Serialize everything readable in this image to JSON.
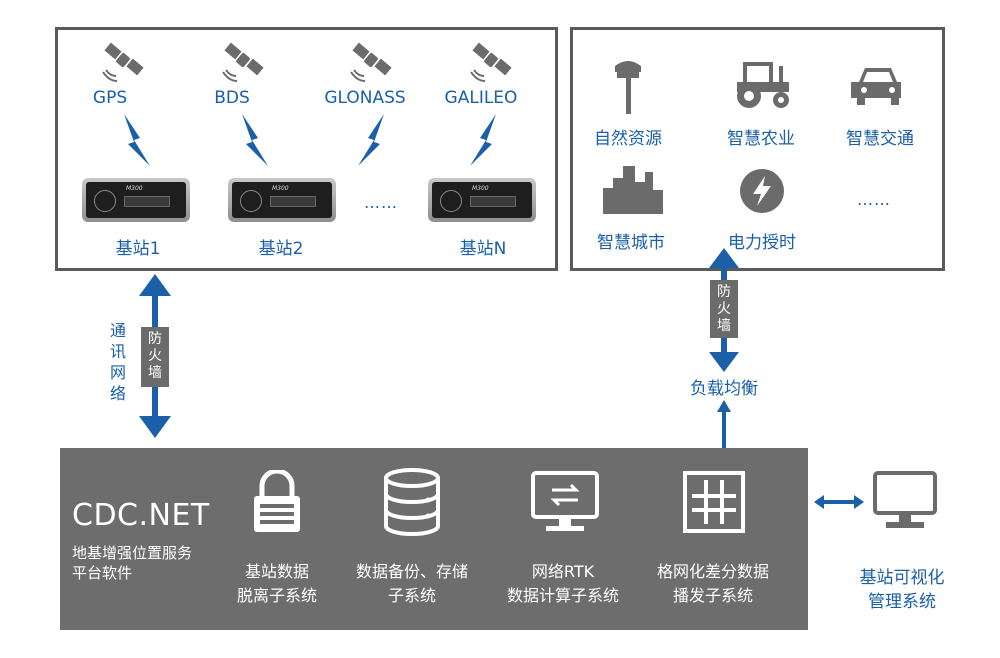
{
  "gnss": {
    "constellations": [
      "GPS",
      "BDS",
      "GLONASS",
      "GALILEO"
    ],
    "stations": [
      "基站1",
      "基站2",
      "基站N"
    ],
    "ellipsis": "……",
    "receiver_model": "M300"
  },
  "applications": {
    "items": [
      "自然资源",
      "智慧农业",
      "智慧交通",
      "智慧城市",
      "电力授时"
    ],
    "ellipsis": "……"
  },
  "links": {
    "left_firewall": "防火墙",
    "comm_network": "通讯网络",
    "right_firewall": "防火墙",
    "load_balance": "负载均衡"
  },
  "platform": {
    "title": "CDC.NET",
    "subtitle_line1": "地基增强位置服务",
    "subtitle_line2": "平台软件",
    "systems": [
      {
        "line1": "基站数据",
        "line2": "脱离子系统"
      },
      {
        "line1": "数据备份、存储",
        "line2": "子系统"
      },
      {
        "line1": "网络RTK",
        "line2": "数据计算子系统"
      },
      {
        "line1": "格网化差分数据",
        "line2": "播发子系统"
      }
    ]
  },
  "monitor": {
    "line1": "基站可视化",
    "line2": "管理系统"
  },
  "colors": {
    "accent_blue": "#1a5fa8",
    "frame_gray": "#5a5a5a",
    "platform_gray": "#6d6d6d"
  }
}
